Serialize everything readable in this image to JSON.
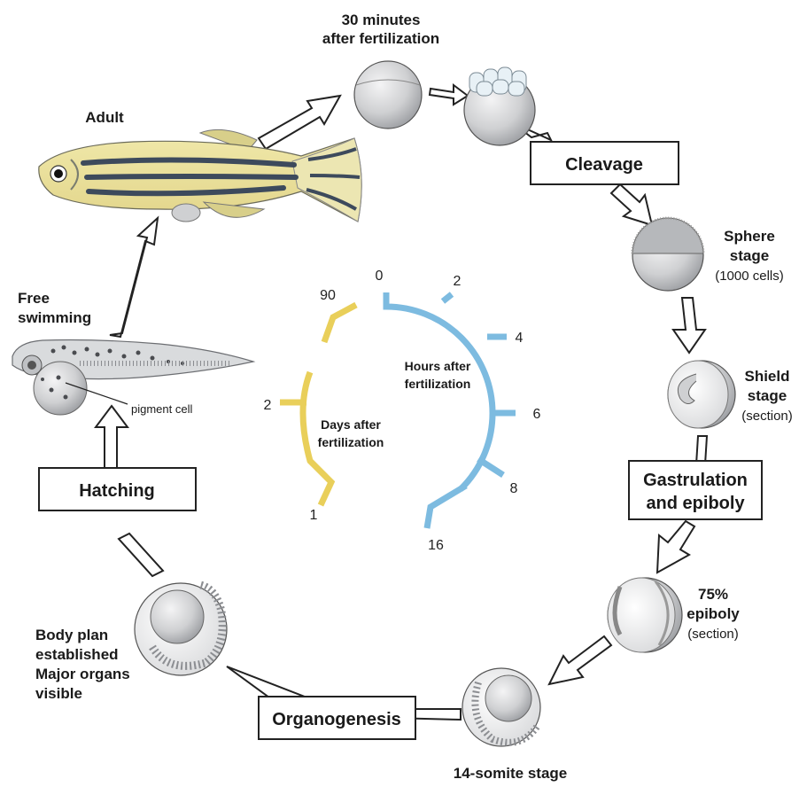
{
  "labels": {
    "thirty_minutes_1": "30 minutes",
    "thirty_minutes_2": "after fertilization",
    "adult": "Adult",
    "free_swimming_1": "Free",
    "free_swimming_2": "swimming",
    "pigment_cell": "pigment cell",
    "sphere_1": "Sphere",
    "sphere_2": "stage",
    "sphere_3": "(1000 cells)",
    "shield_1": "Shield",
    "shield_2": "stage",
    "shield_3": "(section)",
    "epiboly75_1": "75%",
    "epiboly75_2": "epiboly",
    "epiboly75_3": "(section)",
    "somite": "14-somite stage",
    "body_plan_1": "Body plan",
    "body_plan_2": "established",
    "body_plan_3": "Major organs",
    "body_plan_4": "visible",
    "hours_1": "Hours after",
    "hours_2": "fertilization",
    "days_1": "Days after",
    "days_2": "fertilization"
  },
  "process_boxes": {
    "cleavage": "Cleavage",
    "gastrulation_1": "Gastrulation",
    "gastrulation_2": "and epiboly",
    "organogenesis": "Organogenesis",
    "hatching": "Hatching"
  },
  "hour_ticks": [
    "0",
    "2",
    "4",
    "6",
    "8",
    "16"
  ],
  "day_ticks": [
    "1",
    "2",
    "90"
  ],
  "colors": {
    "hours_bracket": "#7dbbe0",
    "days_bracket": "#e9cf5a",
    "embryo_gray": "#c9cacc",
    "fish_yellow": "#e7dc93",
    "fish_stripe": "#3d4a5c"
  }
}
